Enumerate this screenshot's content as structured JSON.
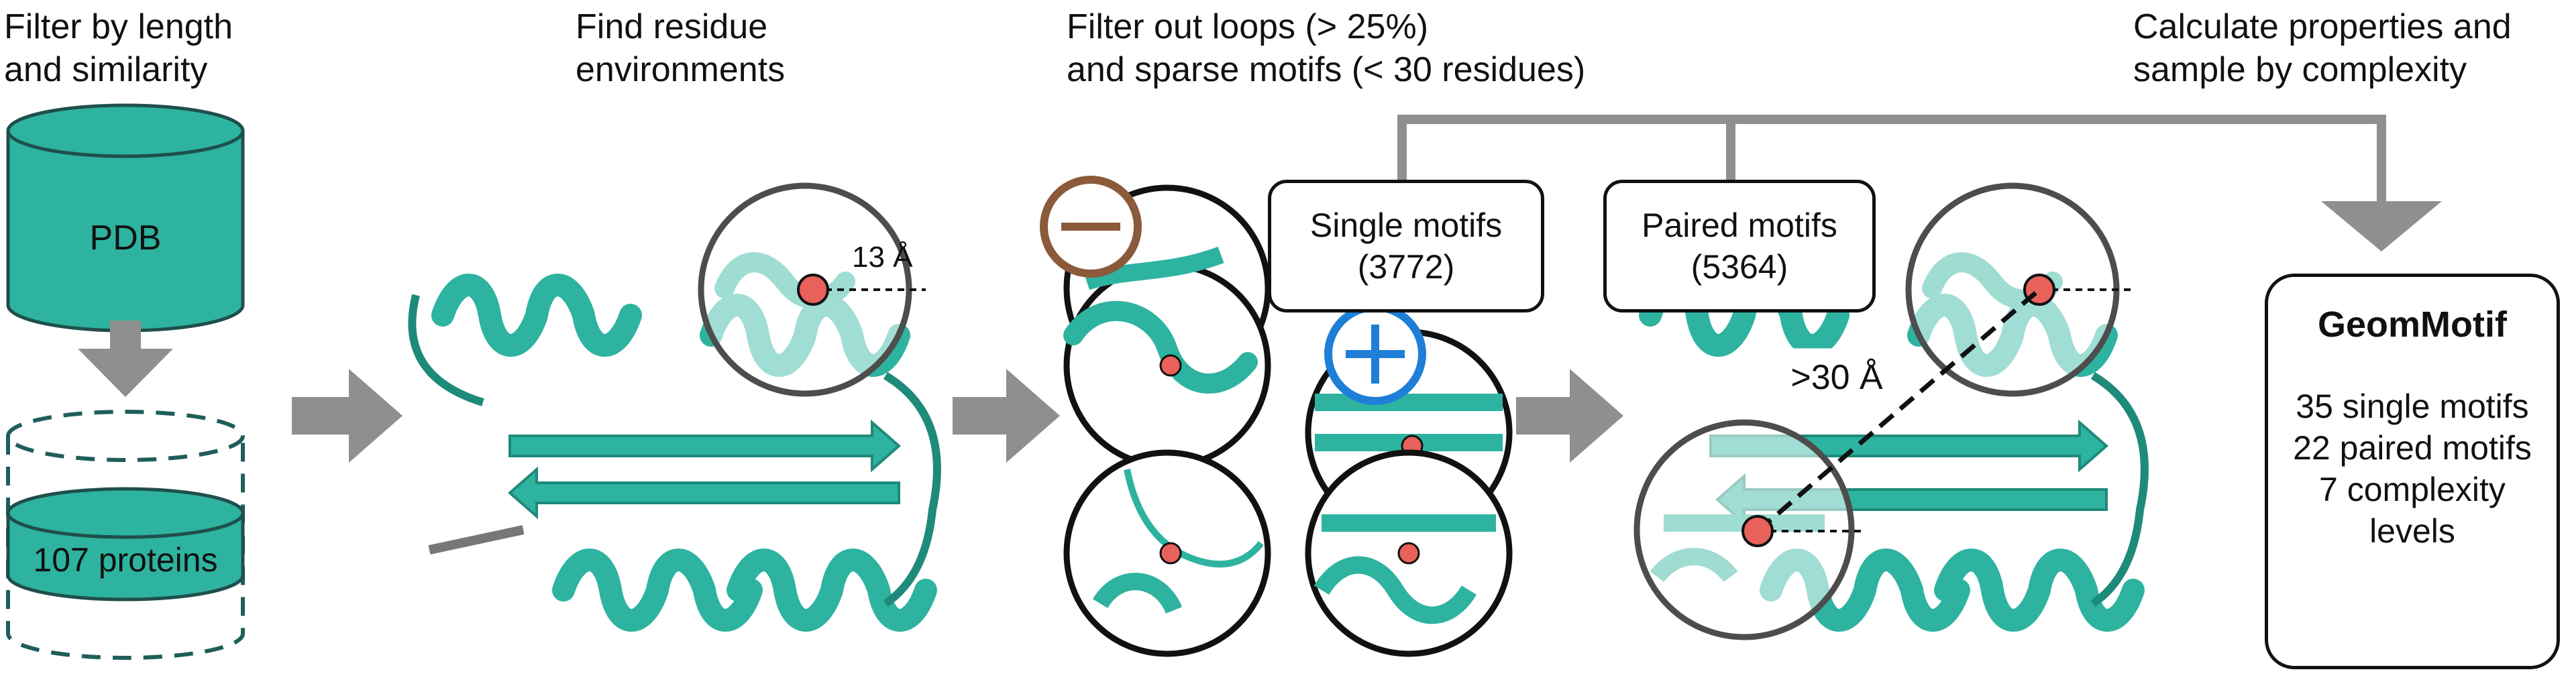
{
  "steps": {
    "filter": {
      "line1": "Filter by length",
      "line2": "and similarity"
    },
    "environments": {
      "line1": "Find residue",
      "line2": "environments"
    },
    "loops": {
      "line1": "Filter out loops (> 25%)",
      "line2": "and sparse motifs (< 30 residues)"
    },
    "properties": {
      "line1": "Calculate properties and",
      "line2": "sample by complexity"
    }
  },
  "database": {
    "label": "PDB"
  },
  "proteins": {
    "label": "107 proteins"
  },
  "radius_label": "13 Å",
  "distance_label": ">30 Å",
  "single_motifs": {
    "line1": "Single motifs",
    "line2": "(3772)"
  },
  "paired_motifs": {
    "line1": "Paired motifs",
    "line2": "(5364)"
  },
  "result": {
    "title": "GeomMotif",
    "lines": [
      "35 single motifs",
      "22 paired motifs",
      "7 complexity",
      "levels"
    ]
  },
  "colors": {
    "teal": "#2db3a0",
    "teal_dark": "#1e8a7a",
    "teal_light": "#9fdcd2",
    "dashed_border": "#1f5e5a",
    "arrow_gray": "#8f8f8f",
    "residue_red": "#e8615b",
    "minus_brown": "#8a5a3b",
    "plus_blue": "#1f7fd6",
    "lens_gray": "#4d4d4d"
  },
  "icons": {
    "reject": "minus-circle-icon",
    "accept": "plus-circle-icon"
  }
}
